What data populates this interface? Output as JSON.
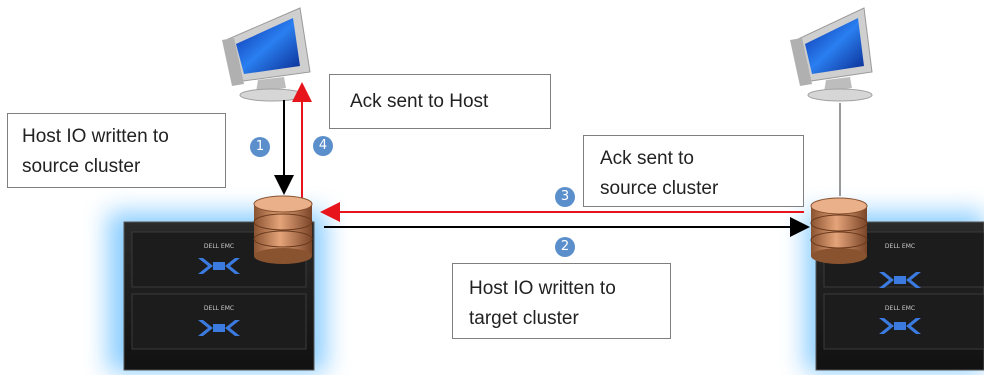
{
  "labels": {
    "ack_host": "Ack sent to Host",
    "host_io_source_line1": "Host IO written to",
    "host_io_source_line2": "source cluster",
    "ack_source_line1": "Ack sent to",
    "ack_source_line2": "source cluster",
    "host_io_target_line1": "Host IO written to",
    "host_io_target_line2": "target cluster"
  },
  "steps": [
    "1",
    "2",
    "3",
    "4"
  ],
  "colors": {
    "request_arrow": "#000000",
    "ack_arrow": "#e8141c",
    "step_badge": "#5b8fcc",
    "glow": "#7ec8ff"
  },
  "icons": {
    "host": "desktop-computer-icon",
    "storage": "database-cylinder-icon",
    "appliance": "storage-array-icon"
  }
}
